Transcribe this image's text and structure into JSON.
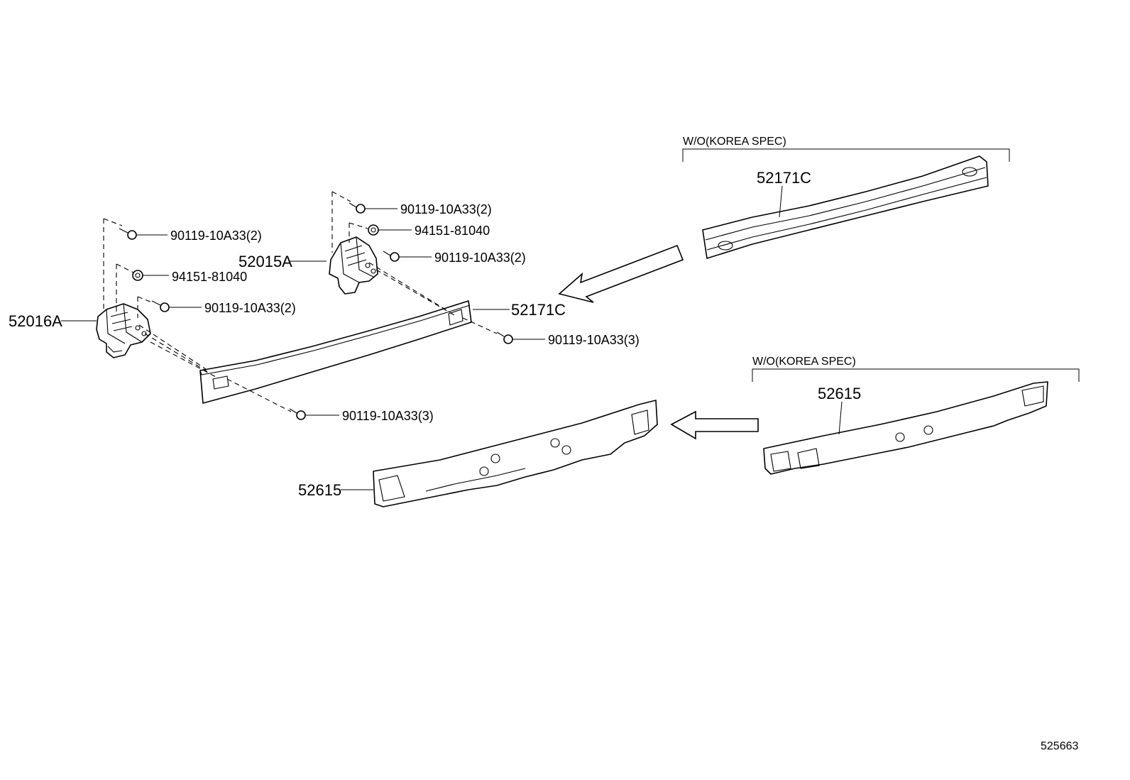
{
  "diagram": {
    "labels": {
      "bracket_lh": "52016A",
      "bracket_rh": "52015A",
      "reinforcement_main": "52171C",
      "reinforcement_alt": "52171C",
      "absorber_main": "52615",
      "absorber_alt": "52615",
      "bolt_lh_top": "90119-10A33(2)",
      "nut_lh": "94151-81040",
      "bolt_lh_side": "90119-10A33(2)",
      "bolt_rh_top": "90119-10A33(2)",
      "nut_rh": "94151-81040",
      "bolt_rh_side": "90119-10A33(2)",
      "bolt_right_end": "90119-10A33(3)",
      "bolt_left_end": "90119-10A33(3)"
    },
    "variants": {
      "reinforcement_spec": "W/O(KOREA SPEC)",
      "absorber_spec": "W/O(KOREA SPEC)"
    },
    "illustration_id": "525663"
  }
}
